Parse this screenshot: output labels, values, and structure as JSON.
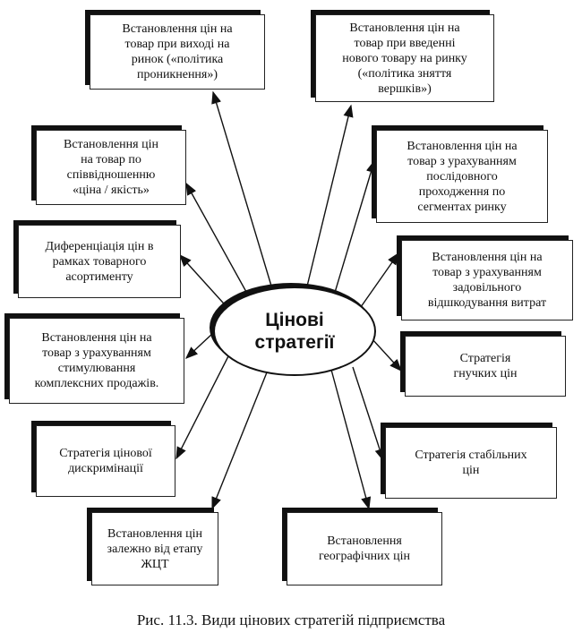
{
  "diagram": {
    "center_label": "Цінові\nстратегії",
    "boxes": [
      {
        "id": "b1",
        "text": "Встановлення цін на\nтовар при виході на\nринок («політика\nпроникнення»)"
      },
      {
        "id": "b2",
        "text": "Встановлення цін на\nтовар при введенні\nнового товару на ринку\n(«політика зняття\nвершків»)"
      },
      {
        "id": "b3",
        "text": "Встановлення цін\nна товар по\nспіввідношенню\n«ціна / якість»"
      },
      {
        "id": "b4",
        "text": "Встановлення цін на\nтовар з урахуванням\nпослідовного\nпроходження по\nсегментах ринку"
      },
      {
        "id": "b5",
        "text": "Диференціація цін в\nрамках товарного\nасортименту"
      },
      {
        "id": "b6",
        "text": "Встановлення цін на\nтовар з урахуванням\nзадовільного\nвідшкодування витрат"
      },
      {
        "id": "b7",
        "text": "Встановлення цін на\nтовар з урахуванням\nстимулювання\nкомплексних продажів."
      },
      {
        "id": "b8",
        "text": "Стратегія\nгнучких  цін"
      },
      {
        "id": "b9",
        "text": "Стратегія цінової\nдискримінації"
      },
      {
        "id": "b10",
        "text": "Стратегія стабільних\nцін"
      },
      {
        "id": "b11",
        "text": "Встановлення цін\nзалежно від етапу\nЖЦТ"
      },
      {
        "id": "b12",
        "text": "Встановлення\nгеографічних цін"
      }
    ],
    "caption": "Рис. 11.3. Види цінових стратегій підприємства"
  }
}
